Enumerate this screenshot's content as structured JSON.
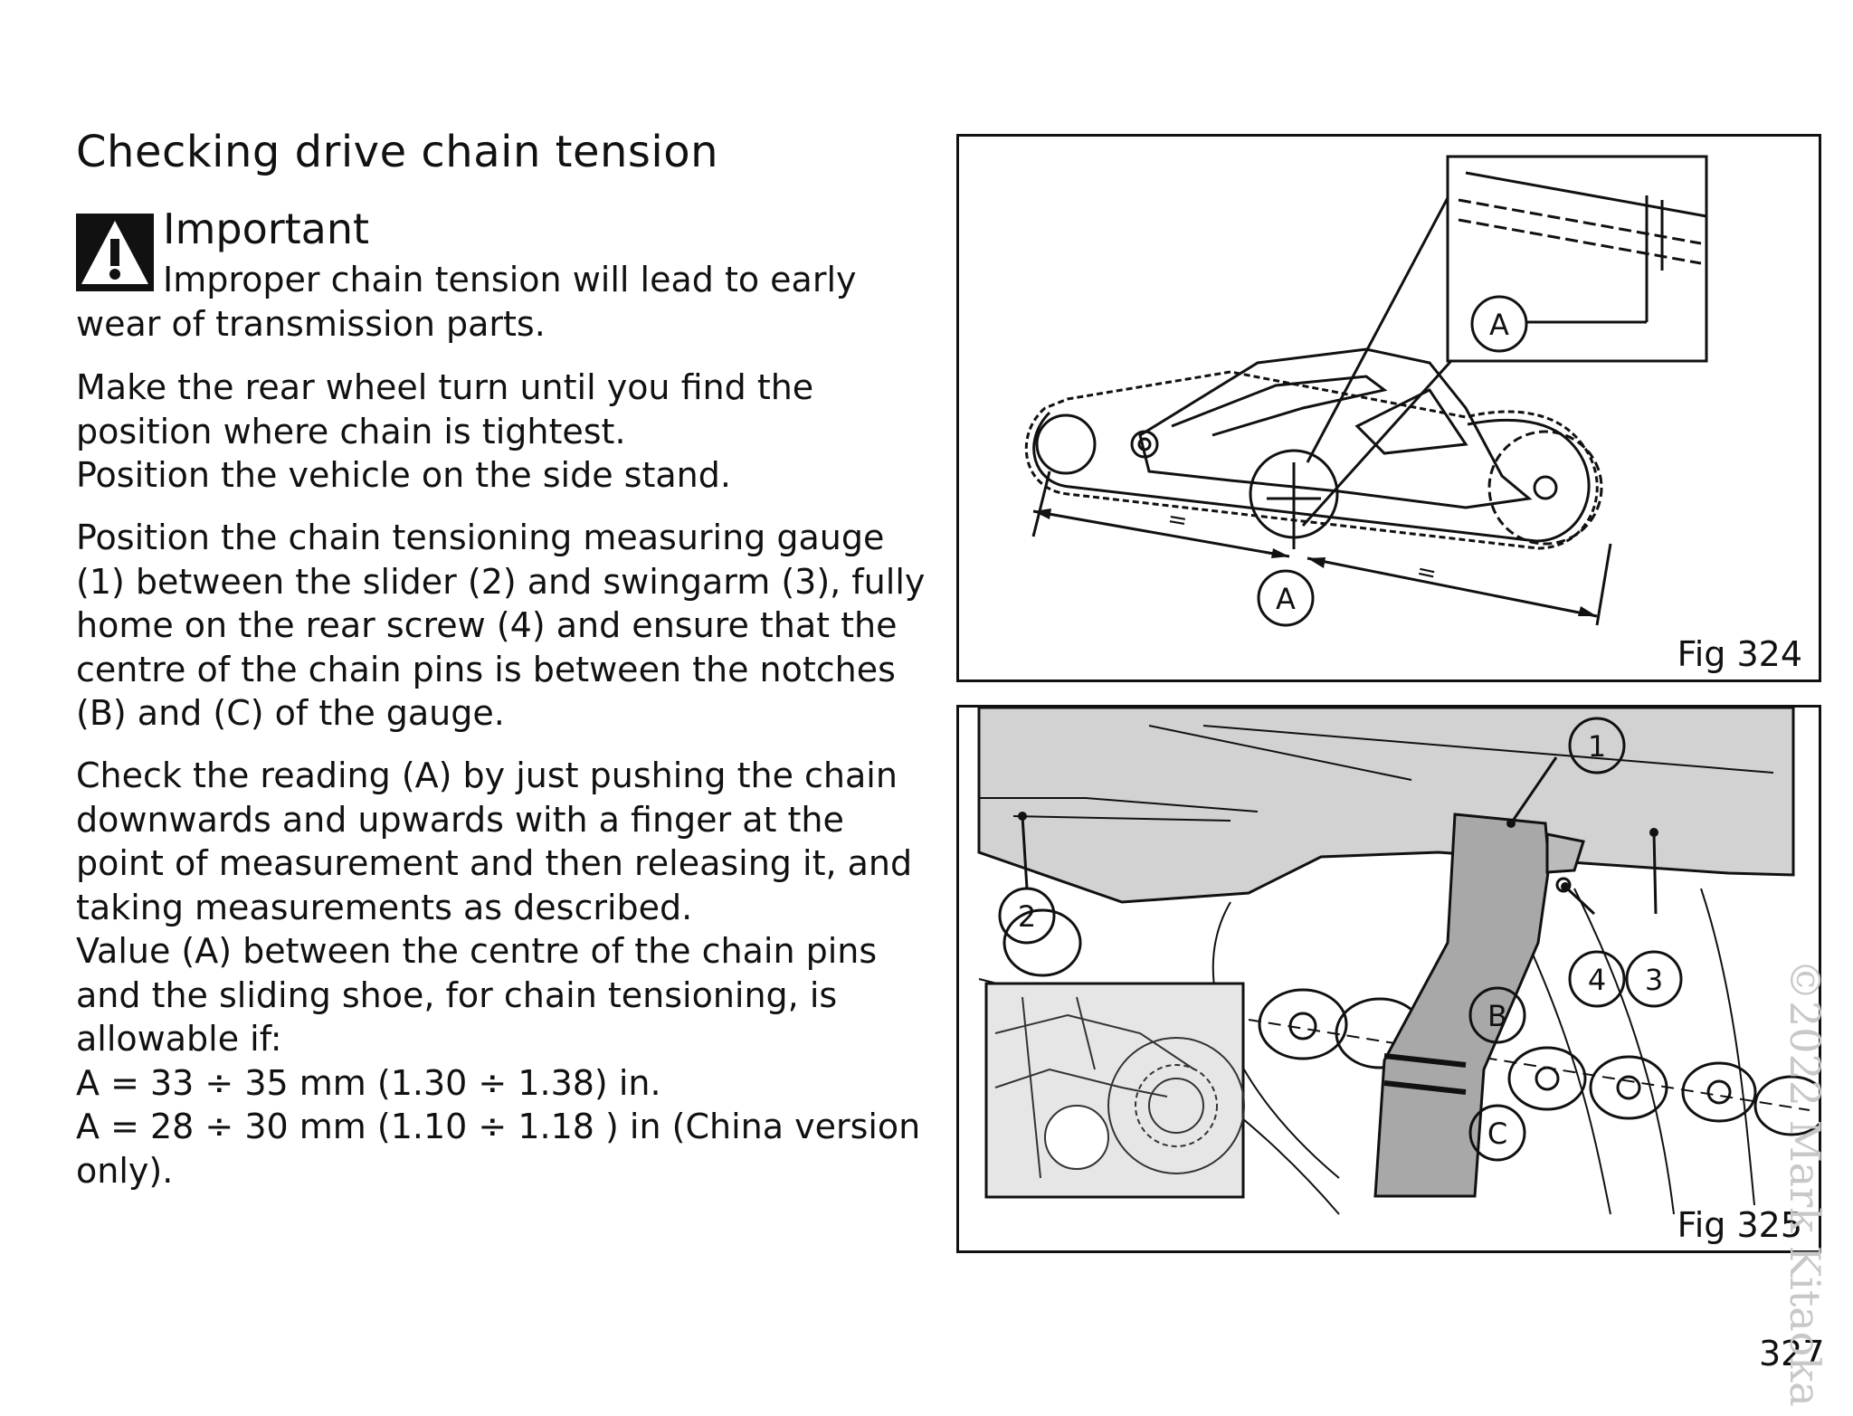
{
  "title": "Checking drive chain tension",
  "warning": {
    "icon": "warning-triangle-icon",
    "heading": "Important",
    "text": "Improper chain tension will lead to early wear of transmission parts."
  },
  "paragraphs": [
    [
      "Make the rear wheel turn until you find the position where chain is tightest.",
      "Position the vehicle on the side stand."
    ],
    [
      "Position the chain tensioning measuring gauge (1) between the slider (2) and swingarm (3), fully home on the rear screw (4) and ensure that the centre of the chain pins is between the notches (B) and (C) of the gauge."
    ],
    [
      "Check the reading (A) by just pushing the chain downwards and upwards with a finger at the point of measurement and then releasing it, and taking measurements as described.",
      "Value (A) between the centre of the chain pins and the sliding shoe, for chain tensioning, is allowable if:",
      "A = 33 ÷ 35 mm (1.30 ÷ 1.38) in.",
      "A = 28 ÷ 30 mm (1.10 ÷ 1.18 ) in (China version only)."
    ]
  ],
  "figures": {
    "fig324": {
      "label": "Fig 324",
      "callouts": [
        "A",
        "A"
      ],
      "dimension_marks": [
        "=",
        "="
      ]
    },
    "fig325": {
      "label": "Fig 325",
      "callouts": [
        "1",
        "2",
        "3",
        "4",
        "B",
        "C"
      ]
    }
  },
  "page_number": "327",
  "watermark": "©2022 Mark Kitaoka"
}
